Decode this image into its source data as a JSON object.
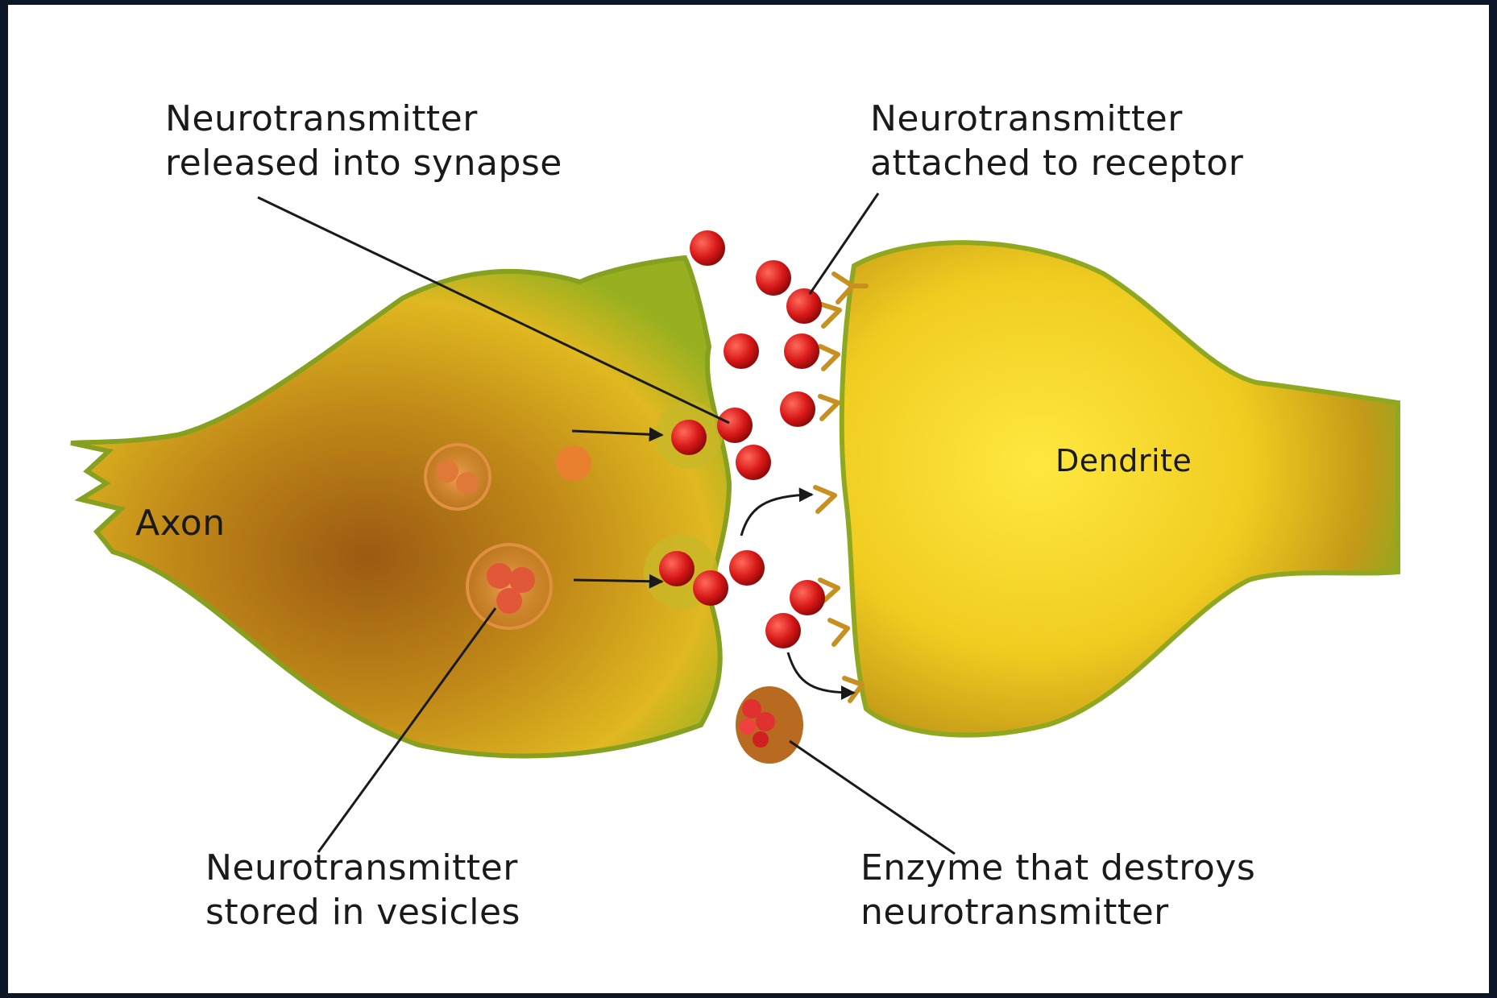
{
  "labels": {
    "released": [
      "Neurotransmitter",
      "released into synapse"
    ],
    "attached": [
      "Neurotransmitter",
      "attached to receptor"
    ],
    "stored": [
      "Neurotransmitter",
      "stored in vesicles"
    ],
    "enzyme": [
      "Enzyme that destroys",
      "neurotransmitter"
    ],
    "axon": "Axon",
    "dendrite": "Dendrite"
  },
  "colors": {
    "background": "#0d1626",
    "neuron_fill": "#e8c020",
    "neuron_dark": "#8a5a10",
    "neuron_edge": "#7aa020",
    "neurotransmitter": "#d81818",
    "enzyme": "#b86a20"
  }
}
